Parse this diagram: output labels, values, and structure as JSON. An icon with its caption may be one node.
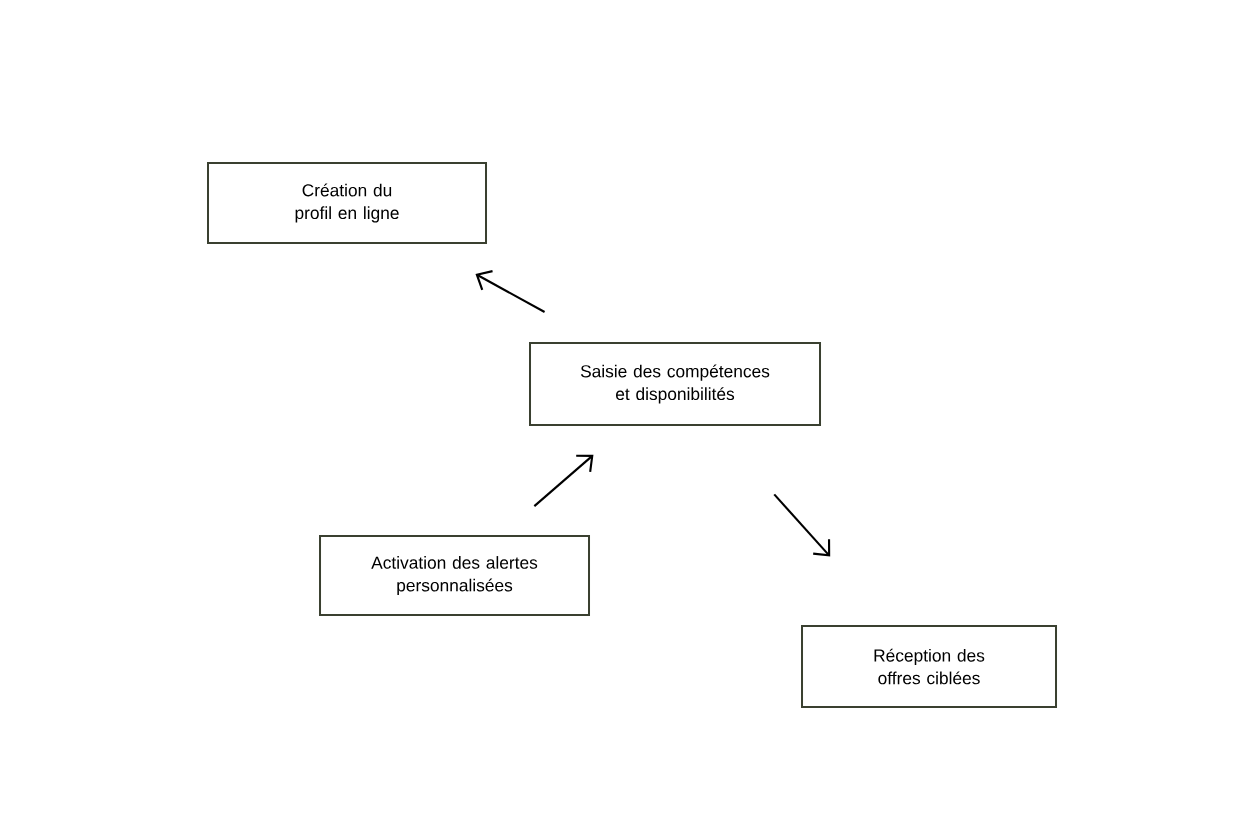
{
  "diagram": {
    "nodes": [
      {
        "text": [
          "Création du profil en ligne"
        ]
      },
      {
        "text": [
          "Saisie des compétences et disponibilités"
        ]
      },
      {
        "text": [
          "Activation des alertes personnalisées"
        ]
      },
      {
        "text": [
          "Réception des offres ciblées"
        ]
      }
    ],
    "edges": [
      {
        "from": 1,
        "to": 0,
        "arrow": "to"
      },
      {
        "from": 2,
        "to": 1,
        "arrow": "to"
      },
      {
        "from": 1,
        "to": 3,
        "arrow": "to"
      }
    ]
  }
}
